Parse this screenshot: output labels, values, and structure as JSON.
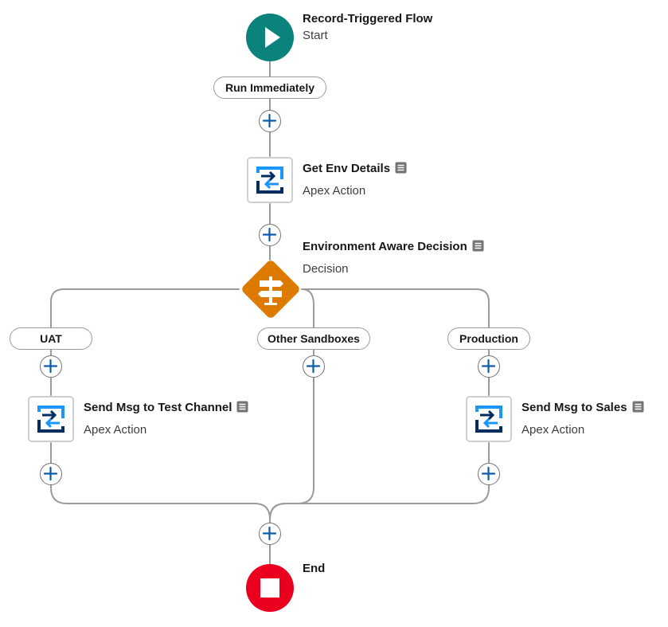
{
  "start": {
    "title": "Record-Triggered Flow",
    "subtitle": "Start",
    "color": "#0b827c"
  },
  "path_label": "Run Immediately",
  "get_env": {
    "title": "Get Env Details",
    "subtitle": "Apex Action"
  },
  "decision": {
    "title": "Environment Aware Decision",
    "subtitle": "Decision",
    "color": "#dd7a01"
  },
  "outcomes": [
    {
      "label": "UAT"
    },
    {
      "label": "Other Sandboxes"
    },
    {
      "label": "Production"
    }
  ],
  "test_channel": {
    "title": "Send Msg to Test Channel",
    "subtitle": "Apex Action"
  },
  "sales": {
    "title": "Send Msg to Sales",
    "subtitle": "Apex Action"
  },
  "end": {
    "title": "End",
    "color": "#ea001e"
  },
  "icons": {
    "start": "play-icon",
    "action": "apex-action-icon",
    "decision": "signpost-icon",
    "end": "stop-icon",
    "details": "details-icon",
    "add": "plus-icon"
  },
  "colors": {
    "connector": "#9b9b9b",
    "add_icon": "#0b5cab",
    "apex_dark": "#032d60",
    "apex_light": "#1b96ff"
  }
}
